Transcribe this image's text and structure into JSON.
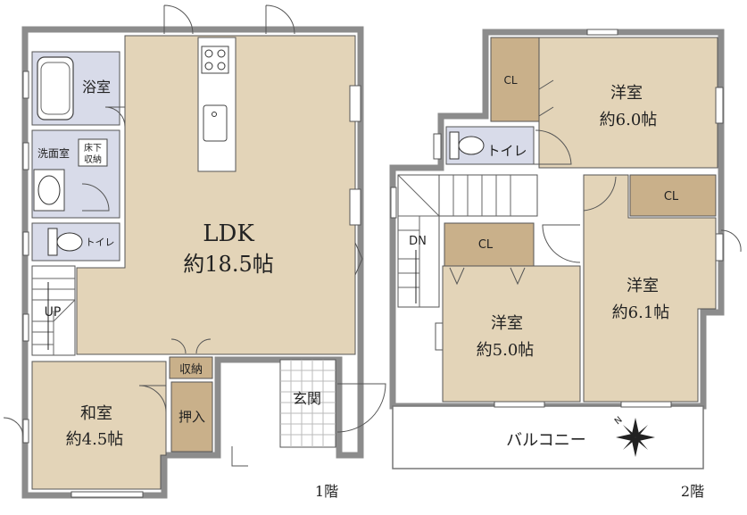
{
  "floor1": {
    "label": "1階",
    "rooms": {
      "bath": "浴室",
      "washroom": "洗面室",
      "hall_storage_1": "床下",
      "hall_storage_2": "収納",
      "toilet": "トイレ",
      "stairs_up": "UP",
      "ldk_name": "LDK",
      "ldk_size": "約18.5帖",
      "storage": "収納",
      "closet": "押入",
      "washitsu_name": "和室",
      "washitsu_size": "約4.5帖",
      "entrance": "玄関"
    }
  },
  "floor2": {
    "label": "2階",
    "rooms": {
      "cl_ne": "CL",
      "yoshitsu_ne_name": "洋室",
      "yoshitsu_ne_size": "約6.0帖",
      "toilet": "トイレ",
      "cl_e": "CL",
      "cl_center": "CL",
      "stairs_dn": "DN",
      "yoshitsu_e_name": "洋室",
      "yoshitsu_e_size": "約6.1帖",
      "yoshitsu_c_name": "洋室",
      "yoshitsu_c_size": "約5.0帖",
      "balcony": "バルコニー"
    }
  },
  "compass": {
    "label": "N"
  },
  "colors": {
    "floor": "#e3d4b8",
    "wet": "#d8dbe9",
    "closet": "#c9b08a",
    "wall": "#8c8c8c"
  }
}
